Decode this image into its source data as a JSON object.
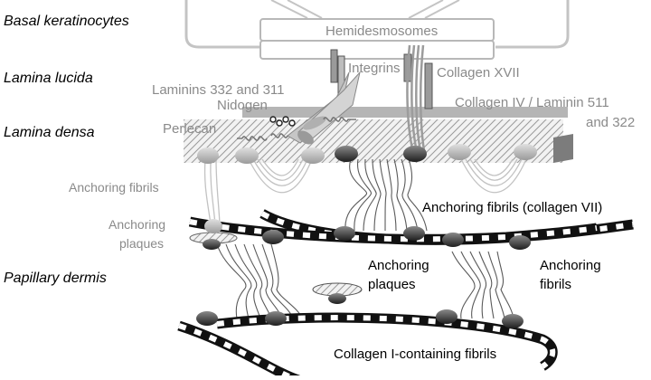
{
  "layers": {
    "basal": "Basal keratinocytes",
    "lucida": "Lamina lucida",
    "densa": "Lamina densa",
    "dermis": "Papillary dermis"
  },
  "labels": {
    "hemidesmosomes": "Hemidesmosomes",
    "integrins": "Integrins",
    "collagen17": "Collagen XVII",
    "laminins": "Laminins 332 and 311",
    "nidogen": "Nidogen",
    "collagen4_line1": "Collagen IV / Laminin 511",
    "collagen4_line2": "and 322",
    "perlecan": "Perlecan",
    "anchoring_fibrils_grey": "Anchoring fibrils",
    "anchoring_plaques_grey_1": "Anchoring",
    "anchoring_plaques_grey_2": "plaques",
    "anchoring_fibrils_c7": "Anchoring fibrils (collagen VII)",
    "anchoring_plaques_dark_1": "Anchoring",
    "anchoring_plaques_dark_2": "plaques",
    "anchoring_fibrils_dark_1": "Anchoring",
    "anchoring_fibrils_dark_2": "fibrils",
    "collagen1": "Collagen I-containing fibrils"
  },
  "colors": {
    "light_grey": "#c8c8c8",
    "mid_grey": "#9a9a9a",
    "dark_grey": "#3a3a3a",
    "black": "#111111"
  }
}
